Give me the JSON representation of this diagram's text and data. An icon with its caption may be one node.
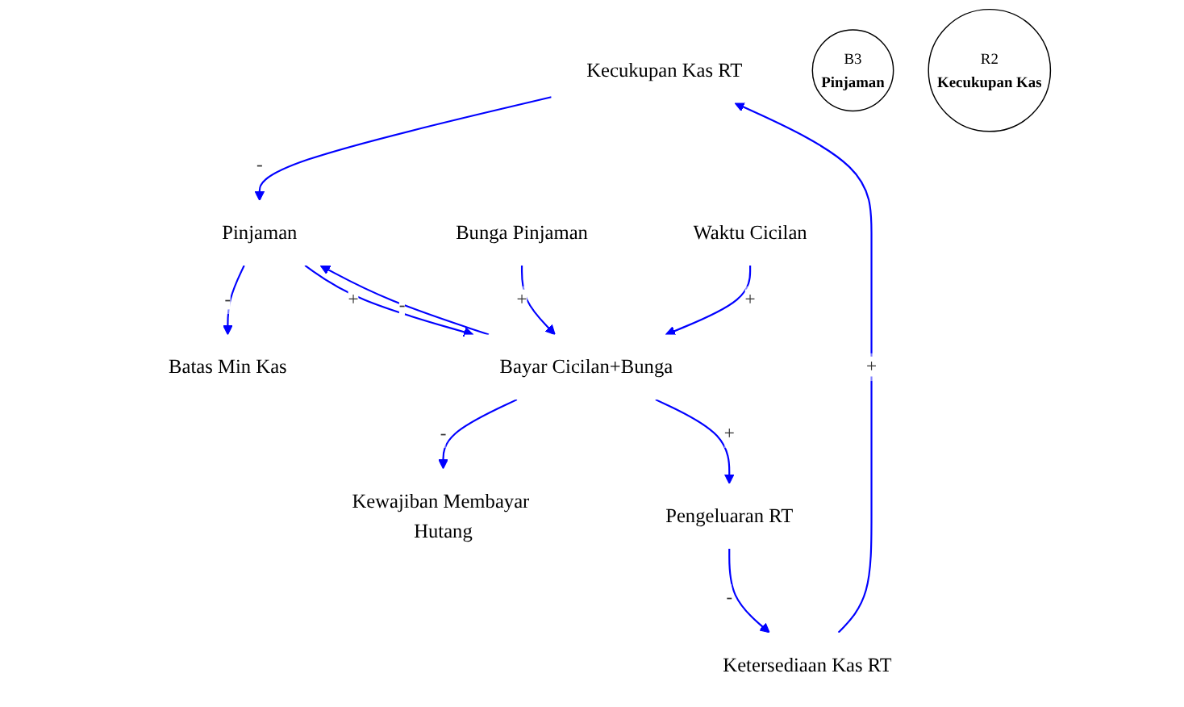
{
  "diagram": {
    "nodes": [
      {
        "text": [
          "Kecukupan Kas RT"
        ]
      },
      {
        "text": [
          "Batas Min Kas"
        ]
      },
      {
        "text": [
          "Pinjaman"
        ]
      },
      {
        "text": [
          "B3",
          "Pinjaman"
        ]
      },
      {
        "text": [
          "R2",
          "Kecukupan Kas"
        ]
      },
      {
        "text": [
          "Ketersediaan Kas RT"
        ]
      },
      {
        "text": [
          "Bunga Pinjaman"
        ]
      },
      {
        "text": [
          "Bayar Cicilan+Bunga"
        ]
      },
      {
        "text": [
          "Pengeluaran RT"
        ]
      },
      {
        "text": [
          "Waktu Cicilan"
        ]
      },
      {
        "text": [
          "Kewajiban Membayar Hutang"
        ]
      }
    ],
    "edges": [
      {
        "from": 0,
        "to": 2,
        "arrow": "to",
        "label": "-"
      },
      {
        "from": 2,
        "to": 1,
        "arrow": "to",
        "label": "-"
      },
      {
        "from": 2,
        "to": 7,
        "arrow": "to",
        "label": "+"
      },
      {
        "from": 7,
        "to": 2,
        "arrow": "to",
        "label": "-"
      },
      {
        "from": 6,
        "to": 7,
        "arrow": "to",
        "label": "+"
      },
      {
        "from": 9,
        "to": 7,
        "arrow": "to",
        "label": "+"
      },
      {
        "from": 7,
        "to": 10,
        "arrow": "to",
        "label": "-"
      },
      {
        "from": 7,
        "to": 8,
        "arrow": "to",
        "label": "+"
      },
      {
        "from": 8,
        "to": 5,
        "arrow": "to",
        "label": "-"
      },
      {
        "from": 5,
        "to": 0,
        "arrow": "to",
        "label": "+"
      }
    ]
  }
}
